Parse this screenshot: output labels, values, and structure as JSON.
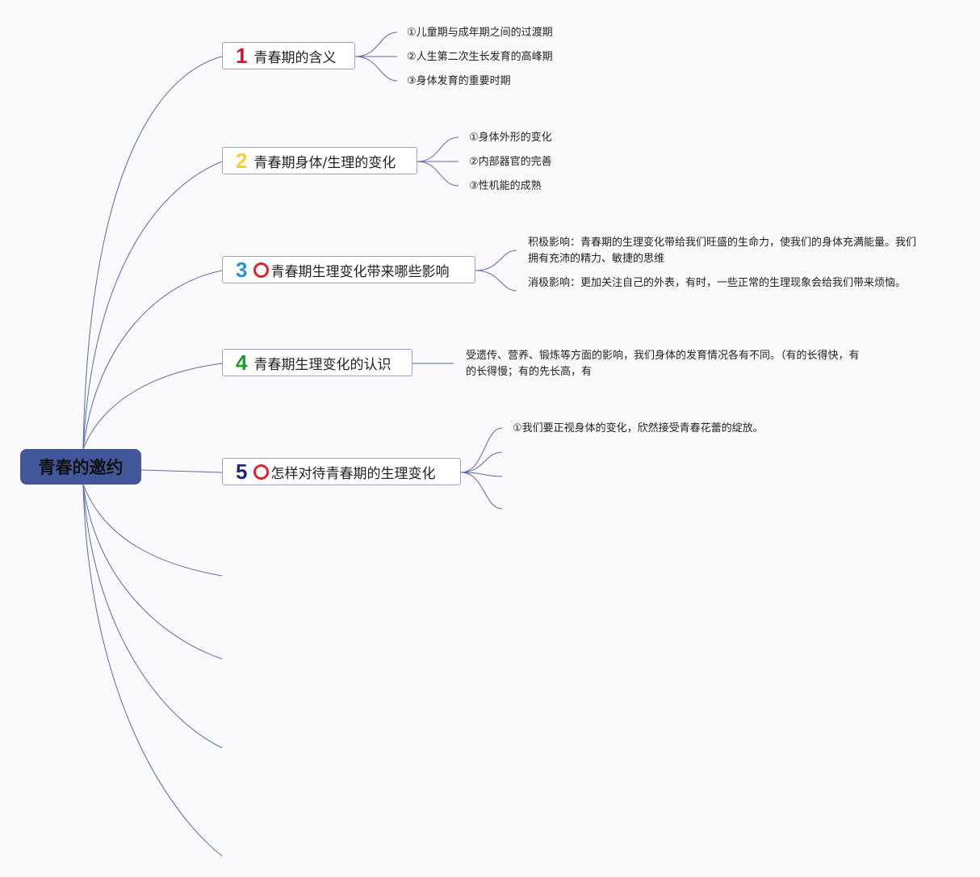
{
  "root": {
    "label": "青春的邀约"
  },
  "branches": [
    {
      "num": "1",
      "num_color": "#d4142a",
      "label": "青春期的含义",
      "children": [
        "①儿童期与成年期之间的过渡期",
        "②人生第二次生长发育的高峰期",
        "③身体发育的重要时期"
      ]
    },
    {
      "num": "2",
      "num_color": "#f0d23a",
      "label": "青春期身体/生理的变化",
      "children": [
        "①身体外形的变化",
        "②内部器官的完善",
        "③性机能的成熟"
      ]
    },
    {
      "num": "3",
      "num_color": "#2a8fd6",
      "label": "青春期生理变化带来哪些影响",
      "children": [
        "积极影响：青春期的生理变化带给我们旺盛的生命力，使我们的身体充满能量。我们拥有充沛的精力、敏捷的思维",
        "消极影响：更加关注自己的外表，有时，一些正常的生理现象会给我们带来烦恼。"
      ]
    },
    {
      "num": "4",
      "num_color": "#1e9a2c",
      "label": "青春期生理变化的认识",
      "children": [
        "受遗传、营养、锻炼等方面的影响，我们身体的发育情况各有不同。（有的长得快，有的长得慢；有的先长高，有"
      ]
    },
    {
      "num": "5",
      "num_color": "#1e2a78",
      "label": "怎样对待青春期的生理变化",
      "children": [
        "①我们要正视身体的变化，欣然接受青春花蕾的绽放。"
      ]
    }
  ],
  "line_color": "#5a6aa8"
}
